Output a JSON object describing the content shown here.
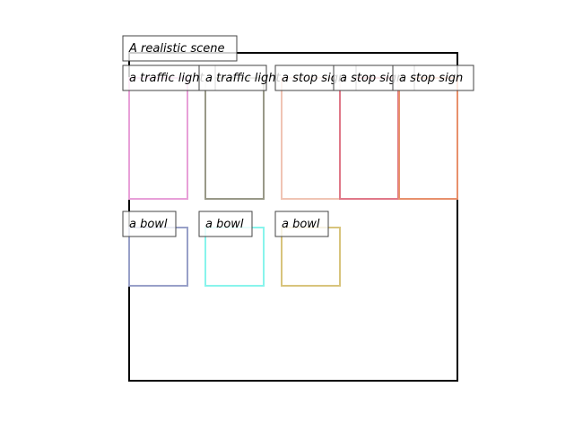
{
  "scene": {
    "caption": "A realistic scene",
    "frame_color": "#000000"
  },
  "objects": [
    {
      "label": "a traffic light",
      "color": "#e8a0d8"
    },
    {
      "label": "a traffic light",
      "color": "#999988"
    },
    {
      "label": "a stop sign",
      "color": "#f0c4b4"
    },
    {
      "label": "a stop sign",
      "color": "#e07888"
    },
    {
      "label": "a stop sign",
      "color": "#e8906c"
    },
    {
      "label": "a bowl",
      "color": "#98a0c8"
    },
    {
      "label": "a bowl",
      "color": "#88f4ec"
    },
    {
      "label": "a bowl",
      "color": "#d8c47c"
    }
  ]
}
